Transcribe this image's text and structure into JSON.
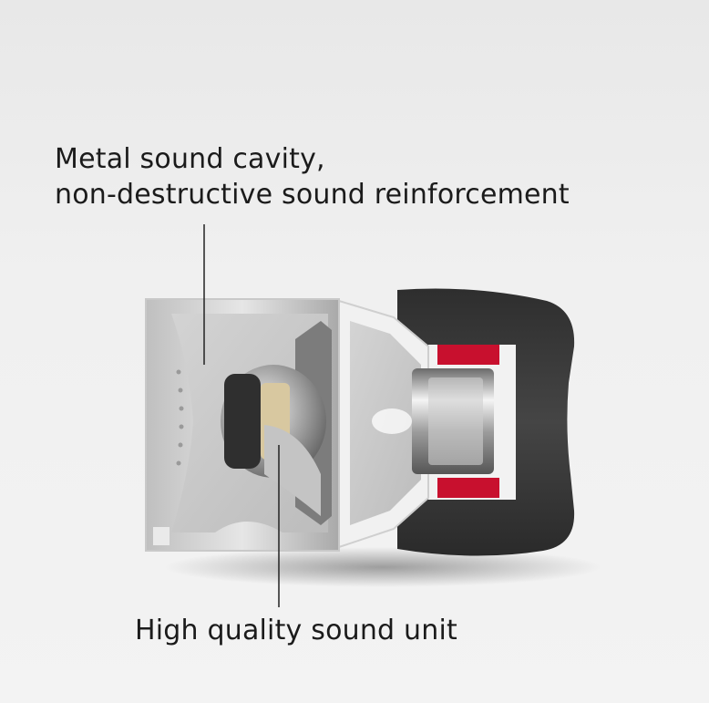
{
  "callouts": {
    "cavity_line1": "Metal sound cavity,",
    "cavity_line2": "non-destructive sound reinforcement",
    "unit": "High quality sound unit"
  },
  "colors": {
    "metal_light": "#d9d9d9",
    "metal_dark": "#8a8a8a",
    "eartip": "#3a3a3a",
    "accent_red": "#c8102e",
    "leader_line": "#222222"
  }
}
